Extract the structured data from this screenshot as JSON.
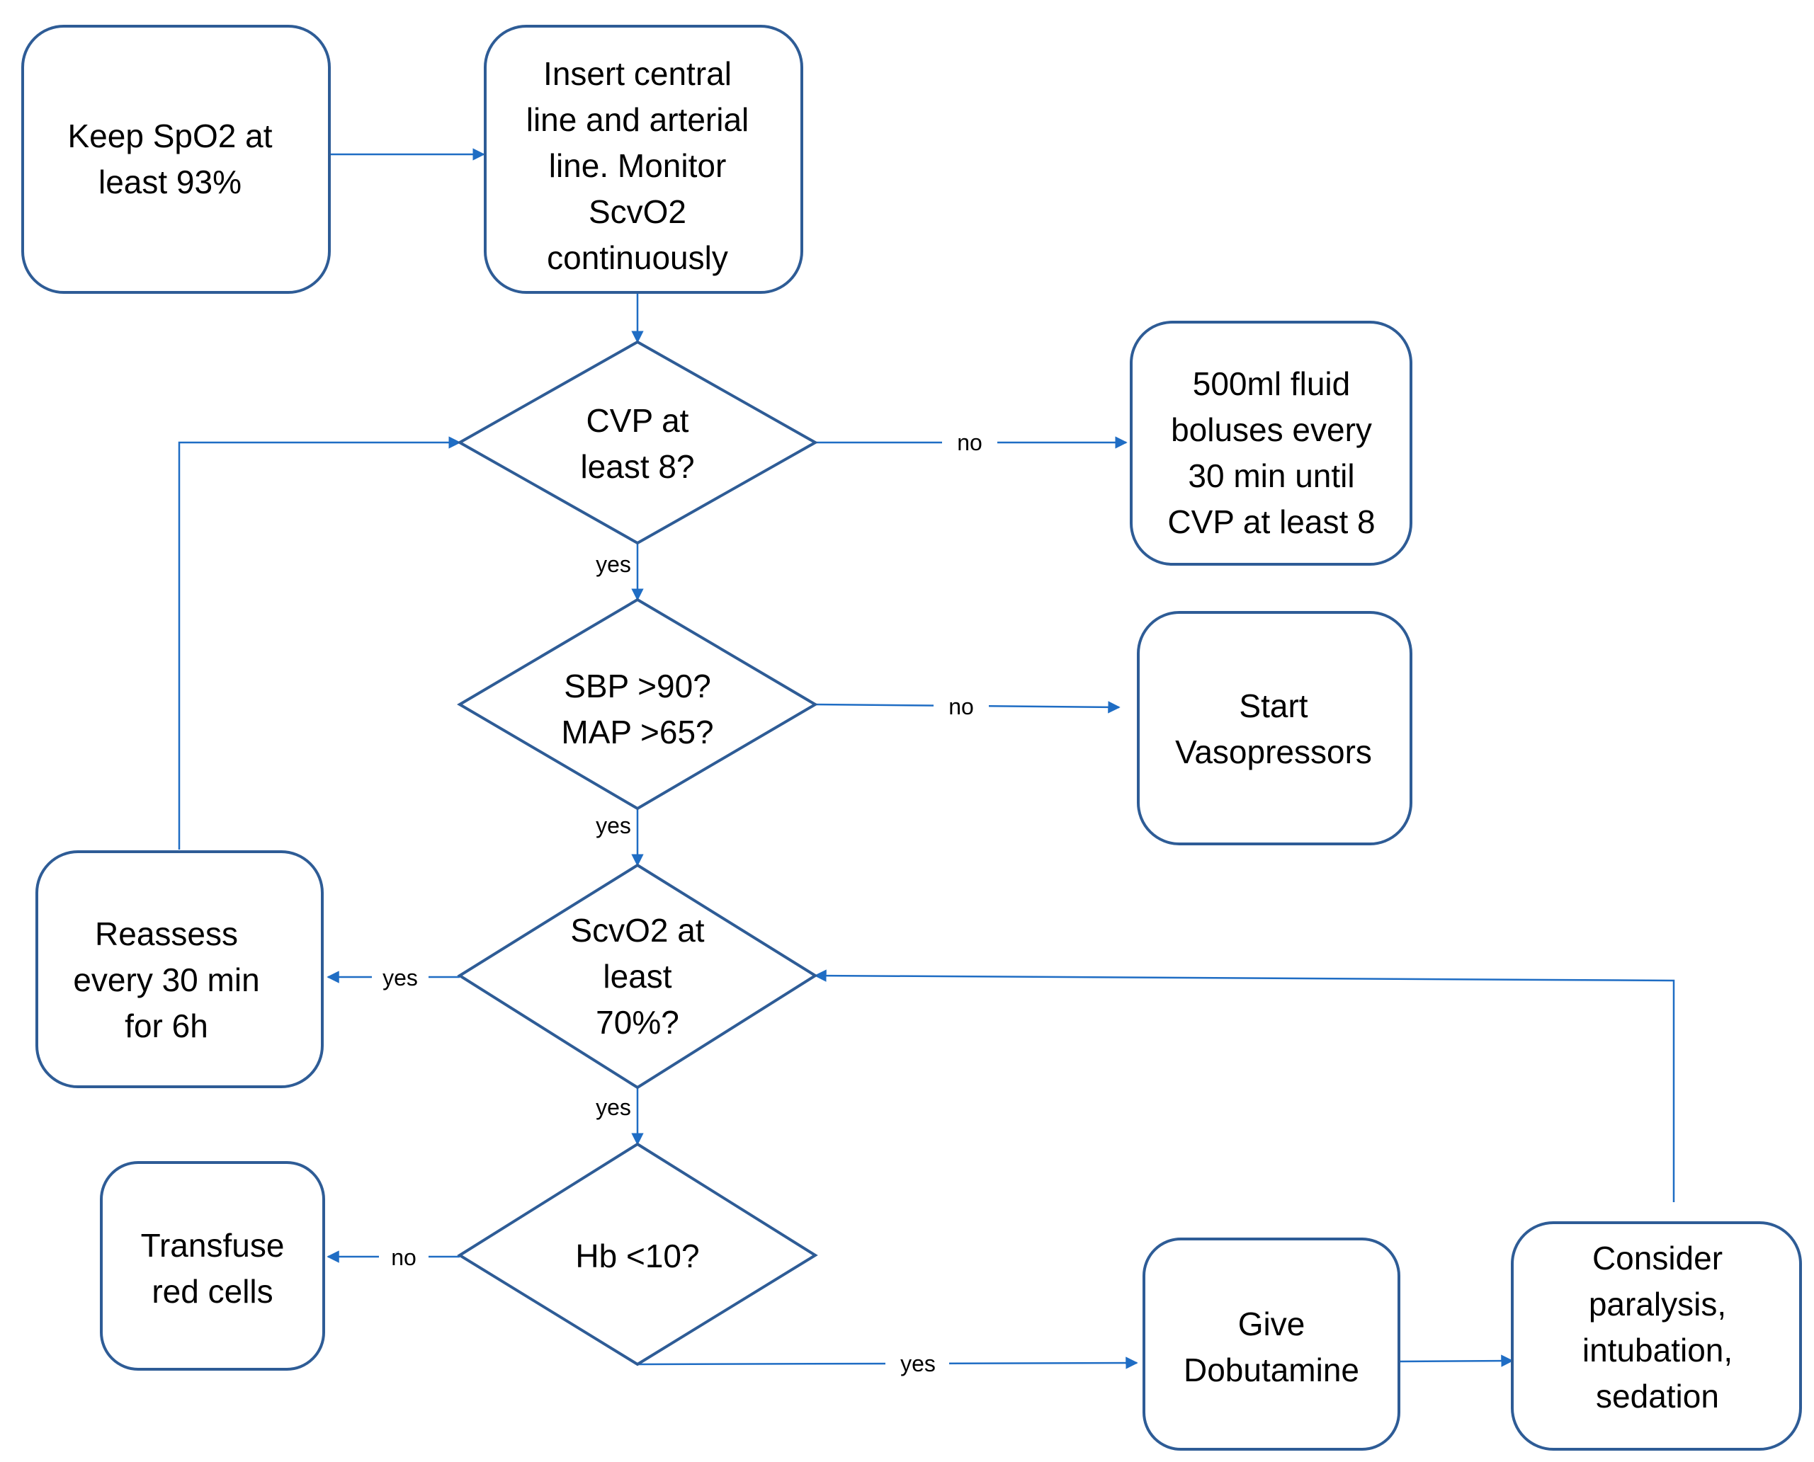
{
  "colors": {
    "stroke": "#2E5C96",
    "arrow": "#1F6DC4",
    "text": "#000000",
    "background": "#FFFFFF"
  },
  "nodes": {
    "keep_spo2": [
      "Keep SpO2 at",
      "least 93%"
    ],
    "insert_lines": [
      "Insert central",
      "line and arterial",
      "line. Monitor",
      "ScvO2",
      "continuously"
    ],
    "cvp_check": [
      "CVP at",
      "least 8?"
    ],
    "fluid_boluses": [
      "500ml fluid",
      "boluses every",
      "30 min until",
      "CVP at least 8"
    ],
    "sbp_map_check": [
      "SBP >90?",
      "MAP >65?"
    ],
    "start_vasopressors": [
      "Start",
      "Vasopressors"
    ],
    "scvo2_check": [
      "ScvO2 at",
      "least",
      "70%?"
    ],
    "reassess": [
      "Reassess",
      "every 30 min",
      "for 6h"
    ],
    "hb_check": [
      "Hb <10?"
    ],
    "transfuse": [
      "Transfuse",
      "red cells"
    ],
    "dobutamine": [
      "Give",
      "Dobutamine"
    ],
    "consider": [
      "Consider",
      "paralysis,",
      "intubation,",
      "sedation"
    ]
  },
  "edge_labels": {
    "cvp_no": "no",
    "cvp_yes": "yes",
    "sbp_no": "no",
    "sbp_yes": "yes",
    "scvo2_yes_left": "yes",
    "scvo2_yes_down": "yes",
    "hb_no": "no",
    "hb_yes": "yes"
  }
}
